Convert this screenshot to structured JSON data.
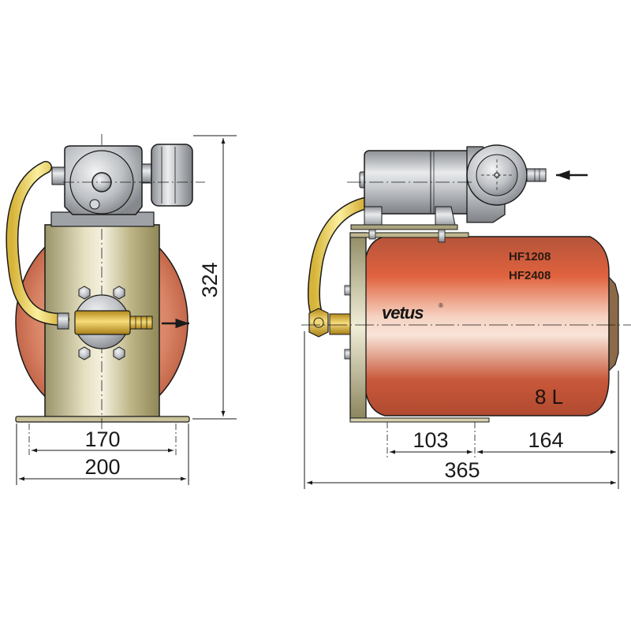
{
  "diagram": {
    "subject": "Water pressure system with pump and accumulator tank",
    "views": {
      "front": {
        "label": "front-view"
      },
      "side": {
        "label": "side-view"
      }
    },
    "labels": {
      "brand": "vetus",
      "brand_mark": "®",
      "models": [
        "HF1208",
        "HF2408"
      ],
      "capacity": "8 L"
    },
    "dimensions": {
      "front_height": "324",
      "front_inner_width": "170",
      "front_outer_width": "200",
      "side_mount_width": "103",
      "side_tank_extent": "164",
      "side_total_length": "365"
    },
    "flow": {
      "inlet_arrow": "inlet",
      "outlet_arrow": "outlet"
    },
    "colors": {
      "tank": "#c9583a",
      "stand": "#c9c29a",
      "hose": "#f2d870",
      "motor": "#b9bcc0",
      "line": "#1a1a1a"
    }
  }
}
